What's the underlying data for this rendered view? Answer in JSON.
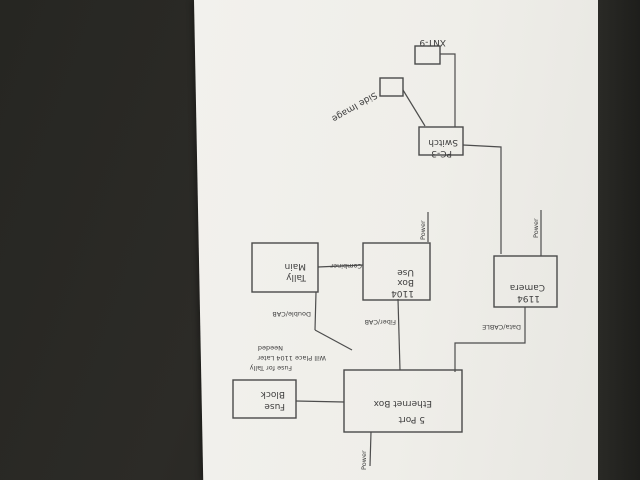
{
  "colors": {
    "background": "#1f1f1c",
    "paper": "#f0efea",
    "ink": "#3e3e3e"
  },
  "diagram": {
    "nodes": {
      "switch": {
        "line1": "5 Port",
        "line2": "Ethernet Box"
      },
      "fuse": {
        "line1": "Fuse",
        "line2": "Block"
      },
      "rx": {
        "line1": "1104",
        "line2": "Box",
        "line3": "Use",
        "note": "Combiner"
      },
      "tally": {
        "line1": "Tally",
        "line2": "Main"
      },
      "camera": {
        "line1": "1194",
        "line2": "Camera"
      },
      "pc": {
        "line1": "PC-3",
        "line2": "Switch"
      },
      "side_image": {
        "label": "Side Image"
      },
      "xnt": {
        "label": "XNT-9"
      }
    },
    "labels": {
      "power_switch": "Power",
      "power_rx": "Power",
      "power_camera": "Power",
      "cable_tally": "Double/CAB",
      "cable_rx": "Fiber/CAB",
      "cable_camera": "Data/CABLE",
      "note_line1": "Fuse for Tally",
      "note_line2": "Will Place 1104 Later",
      "note_line3": "Needed"
    }
  }
}
